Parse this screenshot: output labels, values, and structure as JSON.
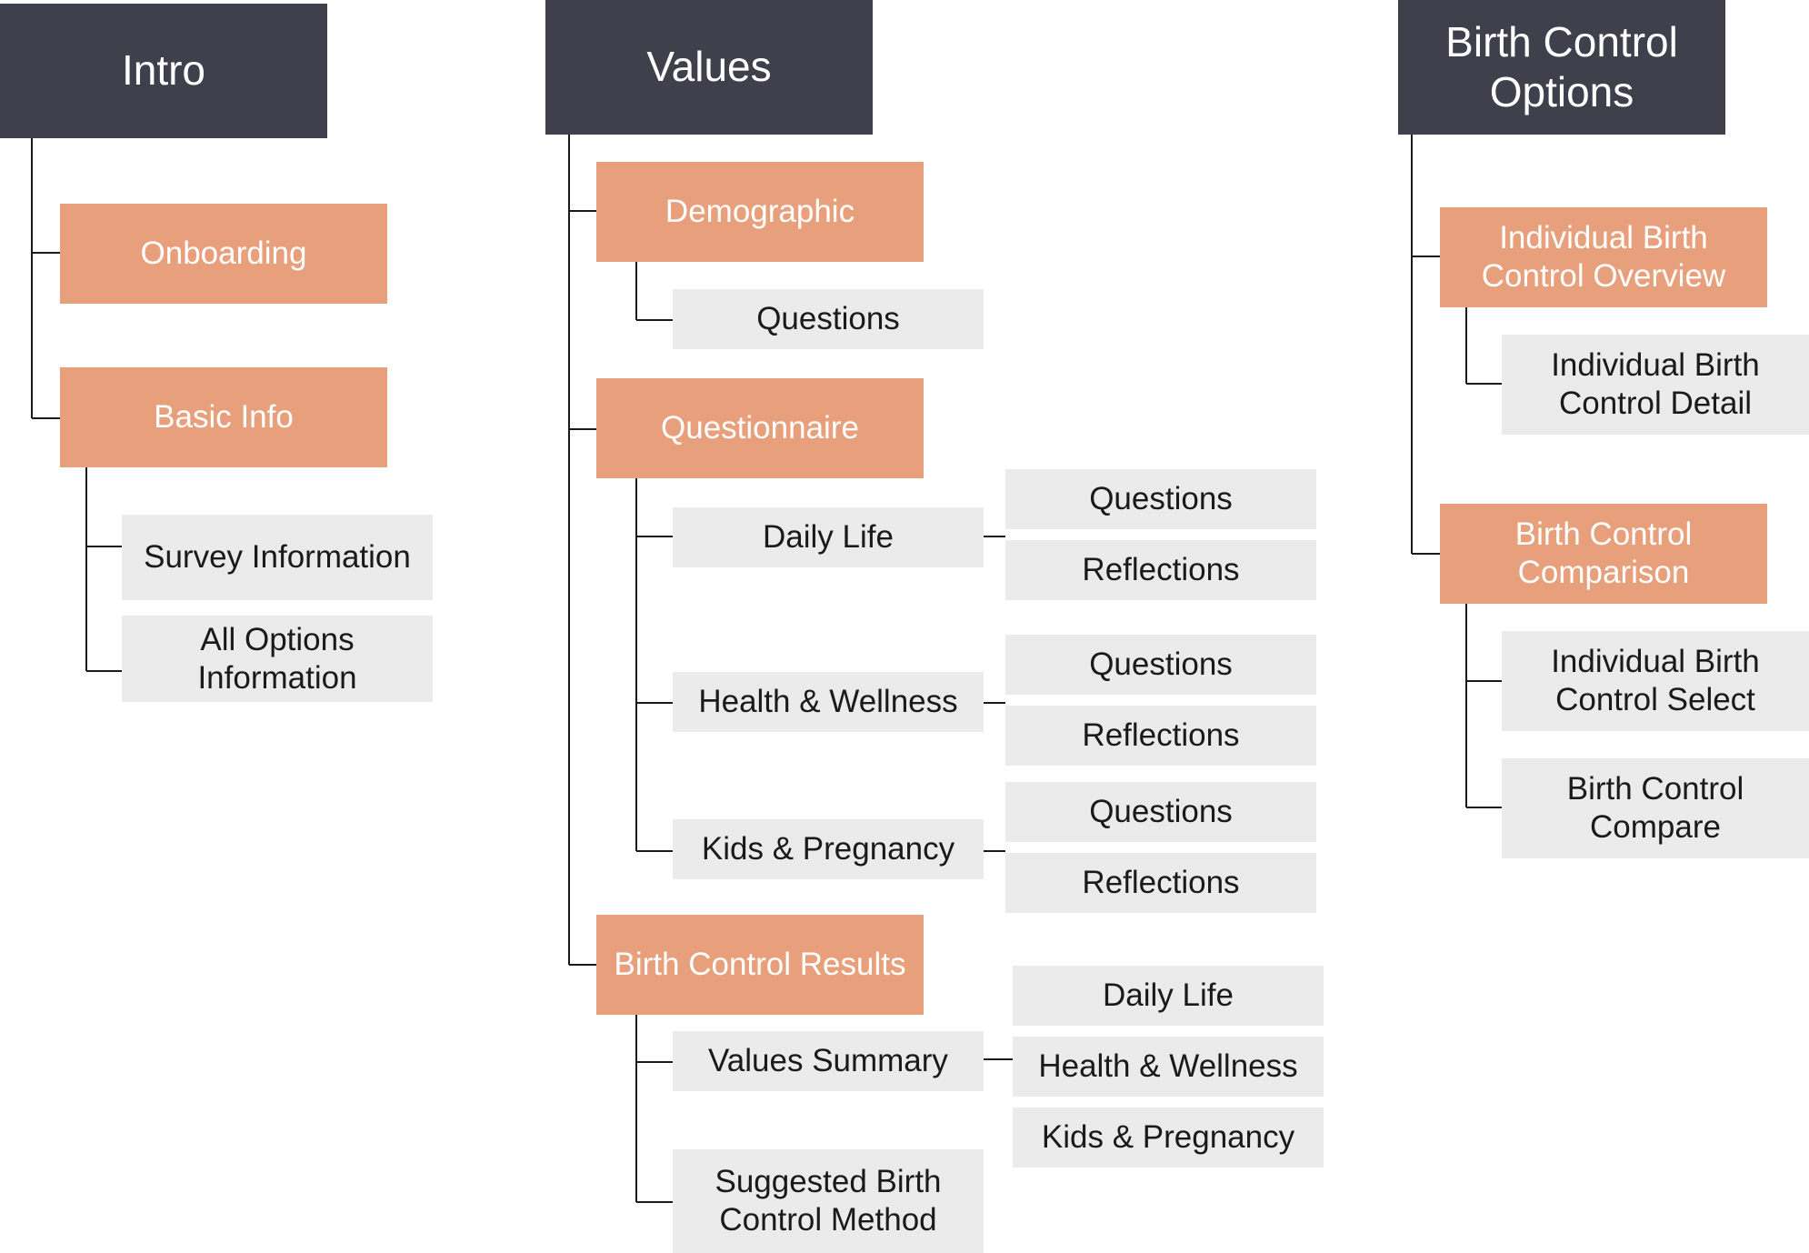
{
  "columns": {
    "intro": {
      "title": "Intro",
      "onboarding": "Onboarding",
      "basic_info": "Basic Info",
      "survey_information": "Survey Information",
      "all_options_information": [
        "All Options",
        "Information"
      ]
    },
    "values": {
      "title": "Values",
      "demographic": "Demographic",
      "demographic_questions": "Questions",
      "questionnaire": "Questionnaire",
      "daily_life": "Daily Life",
      "daily_life_questions": "Questions",
      "daily_life_reflections": "Reflections",
      "health_wellness": "Health & Wellness",
      "health_wellness_questions": "Questions",
      "health_wellness_reflections": "Reflections",
      "kids_pregnancy": "Kids & Pregnancy",
      "kids_pregnancy_questions": "Questions",
      "kids_pregnancy_reflections": "Reflections",
      "birth_control_results": "Birth Control Results",
      "values_summary": "Values Summary",
      "summary_daily_life": "Daily Life",
      "summary_health_wellness": "Health & Wellness",
      "summary_kids_pregnancy": "Kids & Pregnancy",
      "suggested_method": [
        "Suggested Birth",
        "Control Method"
      ]
    },
    "birth_control_options": {
      "title": [
        "Birth Control",
        "Options"
      ],
      "individual_overview": [
        "Individual Birth",
        "Control Overview"
      ],
      "individual_detail": [
        "Individual Birth",
        "Control Detail"
      ],
      "comparison": [
        "Birth Control",
        "Comparison"
      ],
      "individual_select": [
        "Individual Birth",
        "Control Select"
      ],
      "compare": [
        "Birth Control",
        "Compare"
      ]
    }
  },
  "colors": {
    "section_header": "#403f4c",
    "subsection": "#e8a07c",
    "page": "#ebebeb",
    "connector": "#1a1a1a"
  }
}
